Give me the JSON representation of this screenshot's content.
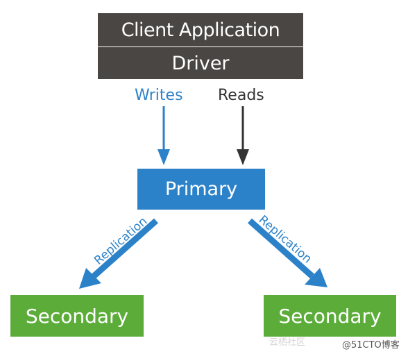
{
  "colors": {
    "app_box": "#4a4644",
    "primary_box": "#2c82c9",
    "secondary_box": "#5cac3a",
    "writes": "#2c82c9",
    "reads": "#333333",
    "replication_arrow": "#2c82c9",
    "watermark": "#555555"
  },
  "client": {
    "title": "Client Application",
    "driver": "Driver"
  },
  "flows": {
    "writes": "Writes",
    "reads": "Reads"
  },
  "primary": {
    "label": "Primary"
  },
  "replication": {
    "left": "Replication",
    "right": "Replication"
  },
  "secondaries": [
    {
      "label": "Secondary"
    },
    {
      "label": "Secondary"
    }
  ],
  "watermark": {
    "left": "云栖社区",
    "right": "@51CTO博客"
  }
}
